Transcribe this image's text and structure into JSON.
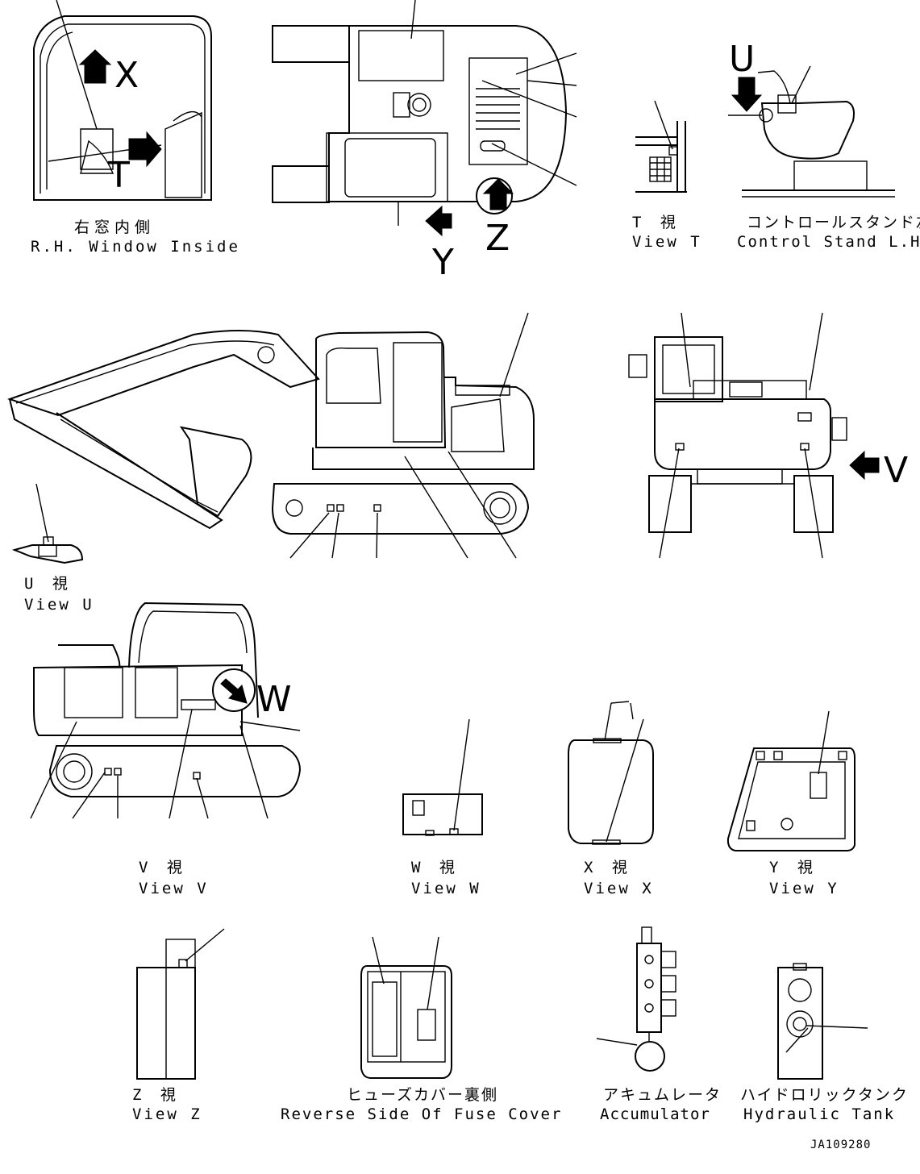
{
  "drawing_code": "JA109280",
  "views": {
    "rh_window": {
      "jp": "右窓内側",
      "en": "R.H. Window Inside"
    },
    "view_t": {
      "jp": "T 視",
      "en": "View T"
    },
    "control_stand": {
      "jp": "コントロールスタンド左",
      "en": "Control Stand L.H."
    },
    "view_u": {
      "jp": "U 視",
      "en": "View U"
    },
    "view_v": {
      "jp": "V 視",
      "en": "View V"
    },
    "view_w": {
      "jp": "W 視",
      "en": "View W"
    },
    "view_x": {
      "jp": "X 視",
      "en": "View X"
    },
    "view_y": {
      "jp": "Y 視",
      "en": "View Y"
    },
    "view_z": {
      "jp": "Z 視",
      "en": "View Z"
    },
    "fuse_cover": {
      "jp": "ヒューズカバー裏側",
      "en": "Reverse Side Of Fuse Cover"
    },
    "accumulator": {
      "jp": "アキュムレータ",
      "en": "Accumulator"
    },
    "hydraulic_tank": {
      "jp": "ハイドロリックタンク",
      "en": "Hydraulic Tank"
    }
  },
  "arrow_letters": {
    "x": "X",
    "t": "T",
    "u": "U",
    "y": "Y",
    "z": "Z",
    "v": "V",
    "w": "W"
  }
}
